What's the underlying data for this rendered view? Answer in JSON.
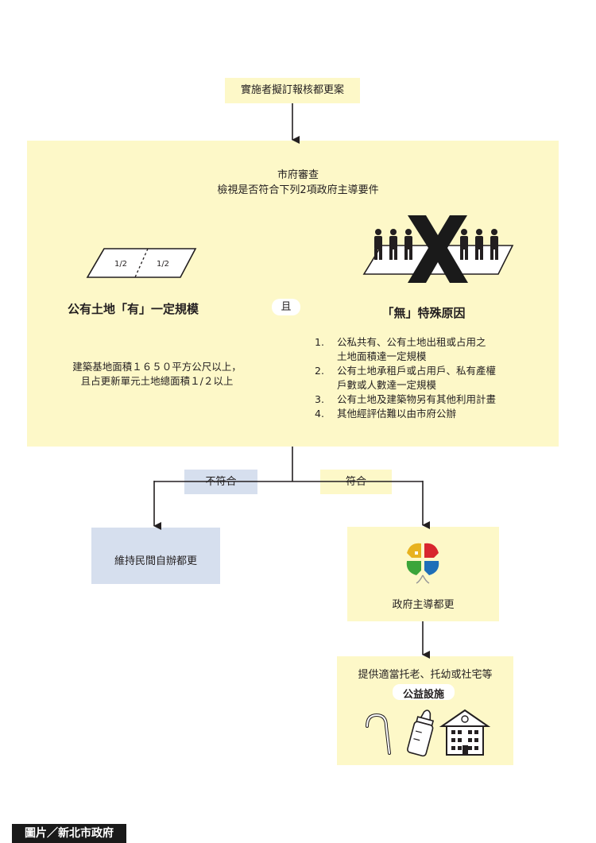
{
  "start": {
    "label": "實施者擬訂報核都更案"
  },
  "review": {
    "title": "市府審查",
    "subtitle": "檢視是否符合下列2項政府主導要件"
  },
  "left_condition": {
    "half_a": "1/2",
    "half_b": "1/2",
    "heading": "公有土地「有」一定規模",
    "desc_line1": "建築基地面積１６５０平方公尺以上，",
    "desc_line2": "且占更新單元土地總面積１/２以上"
  },
  "connector": "且",
  "right_condition": {
    "heading": "「無」特殊原因",
    "items": [
      {
        "num": "1.",
        "line1": "公私共有、公有土地出租或占用之",
        "line2": "土地面積達一定規模"
      },
      {
        "num": "2.",
        "line1": "公有土地承租戶或占用戶、私有產權",
        "line2": "戶數或人數達一定規模"
      },
      {
        "num": "3.",
        "line1": "公有土地及建築物另有其他利用計畫",
        "line2": ""
      },
      {
        "num": "4.",
        "line1": "其他經評估難以由市府公辦",
        "line2": ""
      }
    ]
  },
  "branches": {
    "no_label": "不符合",
    "yes_label": "符合"
  },
  "outcome_no": {
    "label": "維持民間自辦都更"
  },
  "outcome_yes": {
    "label": "政府主導都更"
  },
  "provision": {
    "line1": "提供適當托老、托幼或社宅等",
    "line2": "公益設施"
  },
  "credit": "圖片／新北市政府",
  "colors": {
    "yellow_box": "#fdf8c8",
    "blue_box": "#d6dfee",
    "text": "#231f20"
  },
  "icons": [
    "half-land-icon",
    "crowd-crossed-icon",
    "city-logo-icon",
    "cane-icon",
    "baby-bottle-icon",
    "building-icon"
  ]
}
